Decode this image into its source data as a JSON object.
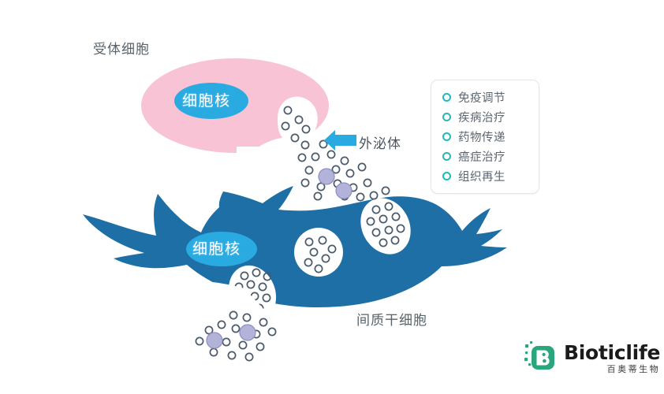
{
  "diagram": {
    "title_labels": {
      "recipient_cell": "受体细胞",
      "mesenchymal_stem_cell": "间质干细胞",
      "exosome": "外泌体"
    },
    "nucleus_label": "细胞核",
    "recipient_nucleus_label": "细胞核",
    "msc_nucleus_label": "细胞核"
  },
  "legend": {
    "items": [
      {
        "label": "免疫调节",
        "icon": "ring-icon"
      },
      {
        "label": "疾病治疗",
        "icon": "ring-icon"
      },
      {
        "label": "药物传递",
        "icon": "ring-icon"
      },
      {
        "label": "癌症治疗",
        "icon": "ring-icon"
      },
      {
        "label": "组织再生",
        "icon": "ring-icon"
      }
    ]
  },
  "logo": {
    "wordmark": "Bioticlife",
    "subtitle": "百奥蒂生物"
  },
  "colors": {
    "recipient_cell_fill": "#f7c3d5",
    "msc_cell_fill": "#1d6fa5",
    "nucleus_recipient_fill": "#29abe2",
    "nucleus_msc_fill": "#29abe2",
    "arrow": "#29abe2",
    "vesicle_stroke": "#4a5a6a",
    "vesicle_fill": "#ffffff",
    "cargo_vesicle_fill": "#b3b3d9",
    "legend_ring": "#25b7bd",
    "legend_text": "#5b6670",
    "label_text": "#58636b",
    "logo_green": "#2aa67e"
  }
}
